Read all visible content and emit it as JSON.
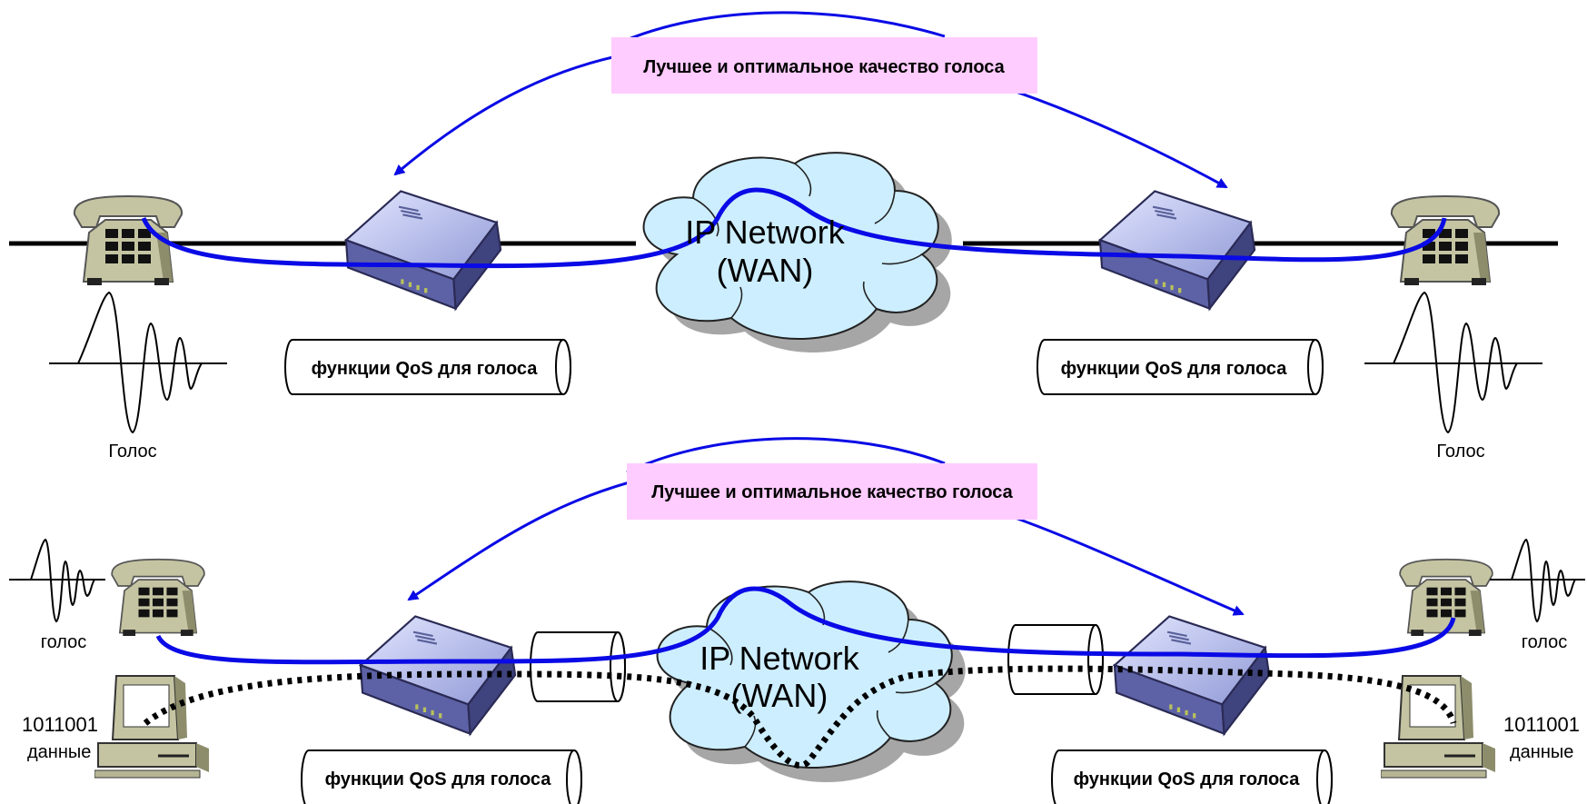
{
  "top": {
    "quality_banner": "Лучшее и оптимальное качество голоса",
    "cloud_line1": "IP Network",
    "cloud_line2": "(WAN)",
    "qos_left": "функции QoS для голоса",
    "qos_right": "функции QoS для голоса",
    "voice_left": "Голос",
    "voice_right": "Голос"
  },
  "bottom": {
    "quality_banner": "Лучшее и оптимальное качество голоса",
    "cloud_line1": "IP Network",
    "cloud_line2": "(WAN)",
    "qos_left": "функции QoS для голоса",
    "qos_right": "функции QoS для голоса",
    "voice_left": "голос",
    "voice_right": "голос",
    "bits_left": "1011001",
    "bits_right": "1011001",
    "data_left": "данные",
    "data_right": "данные"
  },
  "colors": {
    "voice_path": "#0a0ae6",
    "banner_fill": "#ffccff",
    "cloud_fill": "#cdeeff",
    "cloud_shadow": "#a6a6a6",
    "phone_body": "#c8c8a6",
    "router_fill": "#a7aee6"
  },
  "icons": [
    "telephone-icon",
    "router-icon",
    "cloud-icon",
    "computer-icon",
    "waveform-icon",
    "qos-tube-icon"
  ]
}
